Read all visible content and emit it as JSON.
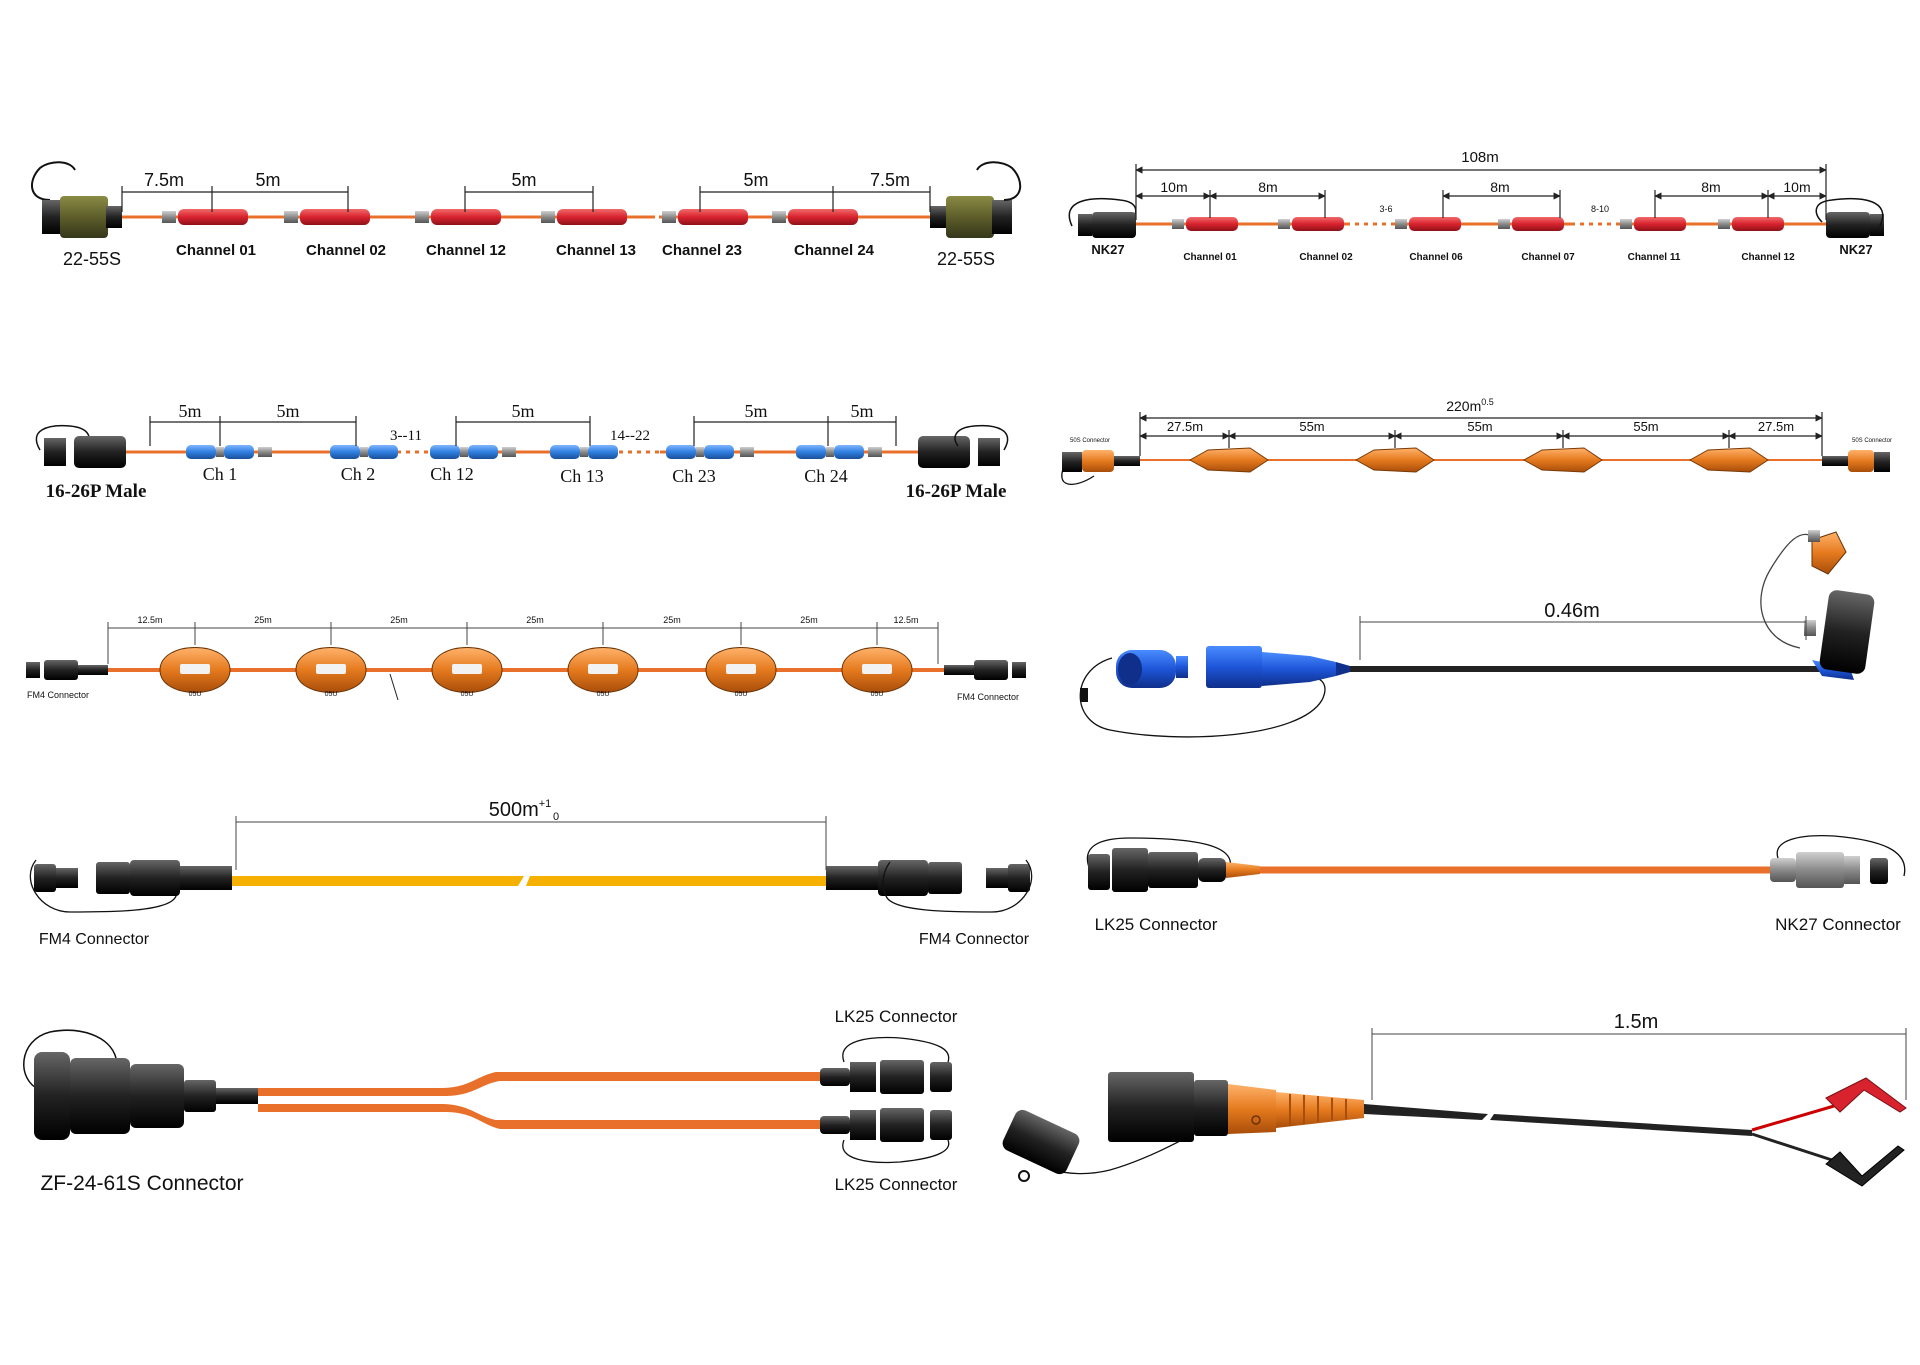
{
  "diagram1": {
    "end_left": "22-55S",
    "end_right": "22-55S",
    "dims": [
      "7.5m",
      "5m",
      "5m",
      "5m",
      "7.5m"
    ],
    "channels": [
      "Channel 01",
      "Channel 02",
      "Channel 12",
      "Channel 13",
      "Channel 23",
      "Channel 24"
    ]
  },
  "diagram2": {
    "total": "108m",
    "end_left": "NK27",
    "end_right": "NK27",
    "dims": [
      "10m",
      "8m",
      "8m",
      "8m",
      "10m"
    ],
    "gaps": [
      "3-6",
      "8-10"
    ],
    "channels": [
      "Channel 01",
      "Channel 02",
      "Channel 06",
      "Channel 07",
      "Channel 11",
      "Channel 12"
    ]
  },
  "diagram3": {
    "end_left": "16-26P  Male",
    "end_right": "16-26P  Male",
    "dims": [
      "5m",
      "5m",
      "5m",
      "5m",
      "5m"
    ],
    "gaps": [
      "3--11",
      "14--22"
    ],
    "channels": [
      "Ch 1",
      "Ch 2",
      "Ch 12",
      "Ch 13",
      "Ch 23",
      "Ch 24"
    ]
  },
  "diagram4": {
    "total": "220m",
    "tolerance": "0.5",
    "end_left": "50S Connector",
    "end_right": "50S Connector",
    "dims": [
      "27.5m",
      "55m",
      "55m",
      "55m",
      "27.5m"
    ]
  },
  "diagram5": {
    "end_left": "FM4 Connector",
    "end_right": "FM4 Connector",
    "dims": [
      "12.5m",
      "25m",
      "25m",
      "25m",
      "25m",
      "25m",
      "12.5m"
    ],
    "nodes": [
      "05U",
      "05U",
      "05U",
      "05U",
      "05U",
      "05U"
    ]
  },
  "diagram6": {
    "length": "0.46m"
  },
  "diagram7": {
    "length": "500m",
    "tol_upper": "+1",
    "tol_lower": "0",
    "end_left": "FM4 Connector",
    "end_right": "FM4 Connector"
  },
  "diagram8": {
    "end_left": "LK25 Connector",
    "end_right": "NK27 Connector"
  },
  "diagram9": {
    "main": "ZF-24-61S Connector",
    "branch_top": "LK25 Connector",
    "branch_bottom": "LK25 Connector"
  },
  "diagram10": {
    "length": "1.5m"
  },
  "colors": {
    "cable_orange": "#e8702a",
    "connector_red": "#d8232f",
    "connector_blue": "#2f7fe0",
    "node_orange": "#e57a1e",
    "cable_yellow": "#f5b000",
    "olive": "#5d5e2a"
  }
}
